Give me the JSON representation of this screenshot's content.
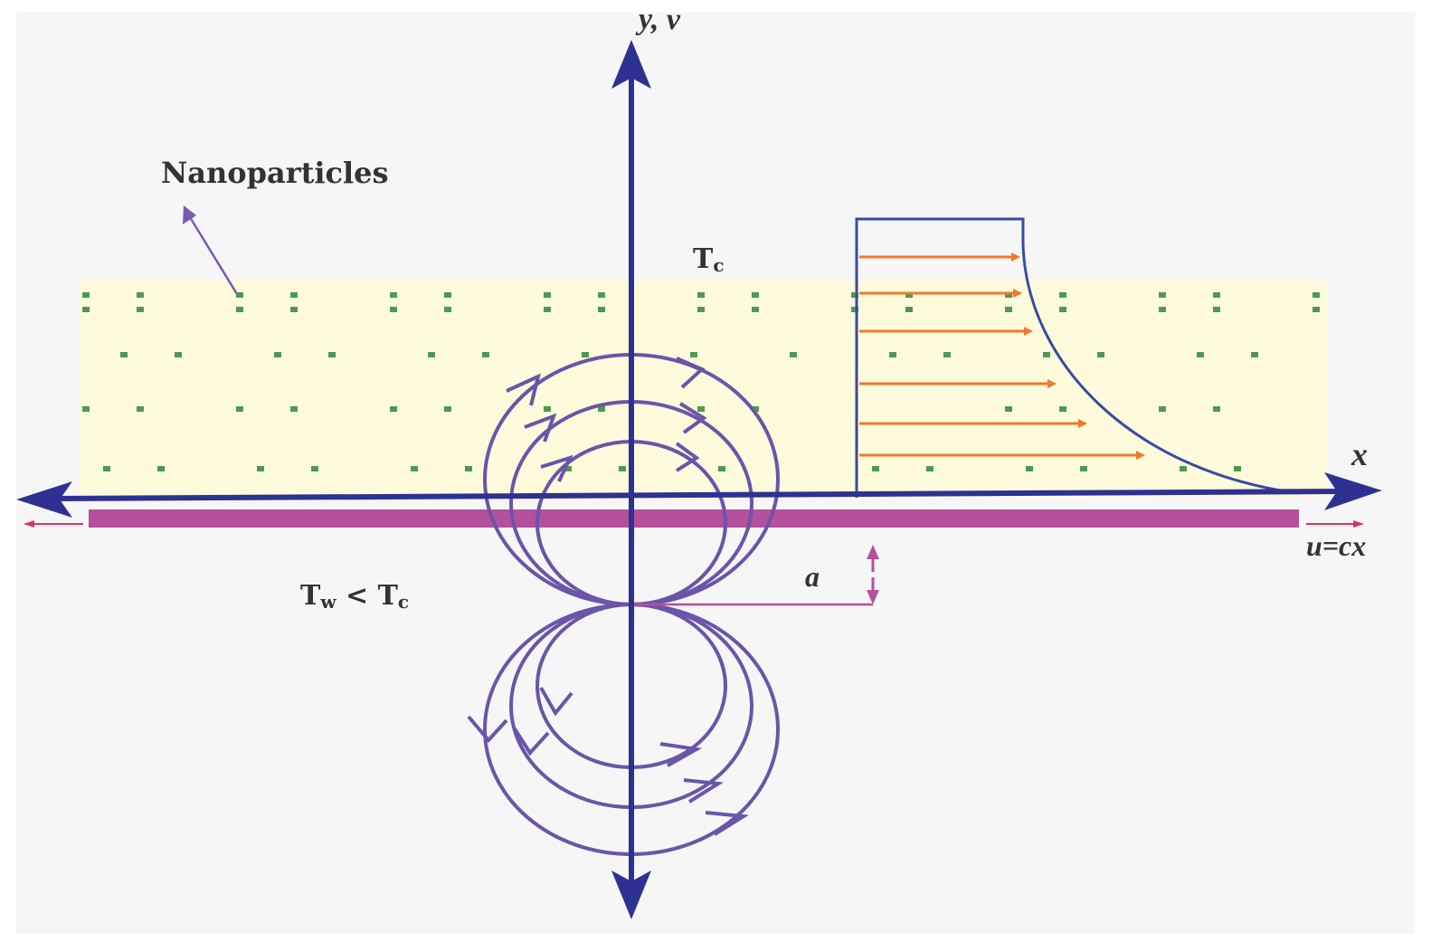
{
  "labels": {
    "y_axis": "y, v",
    "x_axis": "x",
    "nanoparticles": "Nanoparticles",
    "ambient_temp_main": "T",
    "ambient_temp_sub": "c",
    "wall_temp_main": "T",
    "wall_temp_sub": "w",
    "wall_temp_relation": " < T",
    "wall_temp_rel_sub": "c",
    "dipole_distance": "a",
    "stretch_velocity": "u=cx"
  },
  "colors": {
    "background": "#f6f6f6",
    "nanofluid_layer": "#fdfbdc",
    "particle": "#4d9a4f",
    "axis": "#2e3192",
    "field_lines": "#6a55a8",
    "sheet": "#b4509c",
    "velocity_arrows": "#f0792d",
    "profile_curve": "#3b4aa0",
    "stretch_arrow": "#e0306a",
    "dipole_marker": "#b4509c",
    "label_text": "#333333"
  },
  "icons": {
    "y_axis_head": "arrowhead-up",
    "x_axis_head": "arrowhead-right",
    "stretch_arrows": "thin-arrow"
  }
}
